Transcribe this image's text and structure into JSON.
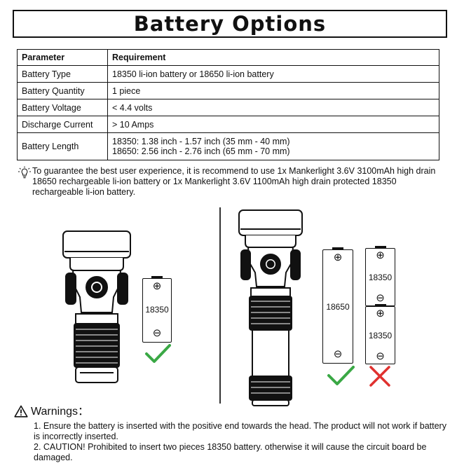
{
  "title": "Battery Options",
  "table": {
    "headers": [
      "Parameter",
      "Requirement"
    ],
    "rows": [
      {
        "param": "Battery Type",
        "req": "18350 li-ion battery or 18650 li-ion battery"
      },
      {
        "param": "Battery Quantity",
        "req": "1 piece"
      },
      {
        "param": "Battery Voltage",
        "req": "< 4.4 volts"
      },
      {
        "param": "Discharge Current",
        "req": "> 10 Amps"
      },
      {
        "param": "Battery Length",
        "req_lines": [
          "18350: 1.38 inch - 1.57 inch (35 mm - 40 mm)",
          "18650: 2.56 inch - 2.76 inch (65 mm - 70 mm)"
        ]
      }
    ]
  },
  "tip": "To guarantee the best user experience, it is recommend to use 1x Mankerlight 3.6V 3100mAh high drain 18650 rechargeable li-ion battery or 1x Mankerlight 3.6V 1100mAh high drain protected 18350 rechargeable li-ion battery.",
  "figures": {
    "left_battery": "18350",
    "right_battery_long": "18650",
    "right_battery_stack_top": "18350",
    "right_battery_stack_bottom": "18350",
    "plus": "⊕",
    "minus": "⊖",
    "icons": [
      "lightbulb-icon",
      "check-icon",
      "cross-icon",
      "warning-icon"
    ],
    "colors": {
      "check": "#3aa845",
      "cross": "#e0312f"
    }
  },
  "warnings": {
    "heading": "Warnings",
    "items": [
      "1. Ensure the battery is inserted with the positive end towards the head. The product will not work if battery is incorrectly inserted.",
      "2. CAUTION! Prohibited to insert two pieces 18350 battery. otherwise it will cause the circuit board be damaged."
    ]
  }
}
